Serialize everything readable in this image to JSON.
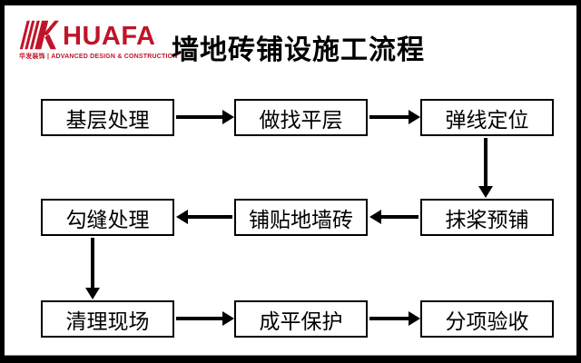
{
  "logo": {
    "name": "HUAFA",
    "tagline": "华发装饰 | ADVANCED DESIGN & CONSTRUCTION",
    "brand_color": "#c01428",
    "icon": "huafa-k-icon"
  },
  "header": {
    "title": "墙地砖铺设施工流程"
  },
  "flow": {
    "boxes": [
      {
        "id": "step-1",
        "label": "基层处理"
      },
      {
        "id": "step-2",
        "label": "做找平层"
      },
      {
        "id": "step-3",
        "label": "弹线定位"
      },
      {
        "id": "step-4",
        "label": "抹桨预铺"
      },
      {
        "id": "step-5",
        "label": "铺贴地墙砖"
      },
      {
        "id": "step-6",
        "label": "勾缝处理"
      },
      {
        "id": "step-7",
        "label": "清理现场"
      },
      {
        "id": "step-8",
        "label": "成平保护"
      },
      {
        "id": "step-9",
        "label": "分项验收"
      }
    ],
    "arrows": [
      {
        "from": "基层处理",
        "to": "做找平层",
        "direction": "right"
      },
      {
        "from": "做找平层",
        "to": "弹线定位",
        "direction": "right"
      },
      {
        "from": "弹线定位",
        "to": "抹桨预铺",
        "direction": "down"
      },
      {
        "from": "抹桨预铺",
        "to": "铺贴地墙砖",
        "direction": "left"
      },
      {
        "from": "铺贴地墙砖",
        "to": "勾缝处理",
        "direction": "left"
      },
      {
        "from": "勾缝处理",
        "to": "清理现场",
        "direction": "down"
      },
      {
        "from": "清理现场",
        "to": "成平保护",
        "direction": "right"
      },
      {
        "from": "成平保护",
        "to": "分项验收",
        "direction": "right"
      }
    ]
  }
}
